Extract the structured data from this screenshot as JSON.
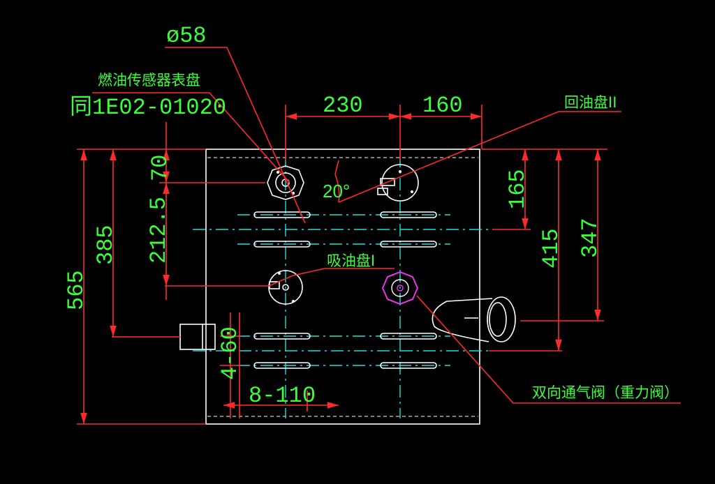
{
  "colors": {
    "background": "#000000",
    "text": "#3cff3c",
    "dimension_line": "#ff2a2a",
    "outline": "#ffffff",
    "centerline": "#1ee0e0",
    "highlight": "#ff33ff"
  },
  "labels": {
    "dia": "ø58",
    "sensor_name": "燃油传感器表盘",
    "sensor_part": "同1E02-01020",
    "return_port": "回油盘II",
    "suction_port": "吸油盘I",
    "vent_valve": "双向通气阀（重力阀）",
    "angle": "20°",
    "holes_a": "4-60",
    "holes_b": "8-110"
  },
  "dimensions": {
    "d230": "230",
    "d160": "160",
    "d70": "70",
    "d212": "212.5",
    "d385": "385",
    "d565": "565",
    "d165": "165",
    "d415": "415",
    "d347": "347"
  }
}
